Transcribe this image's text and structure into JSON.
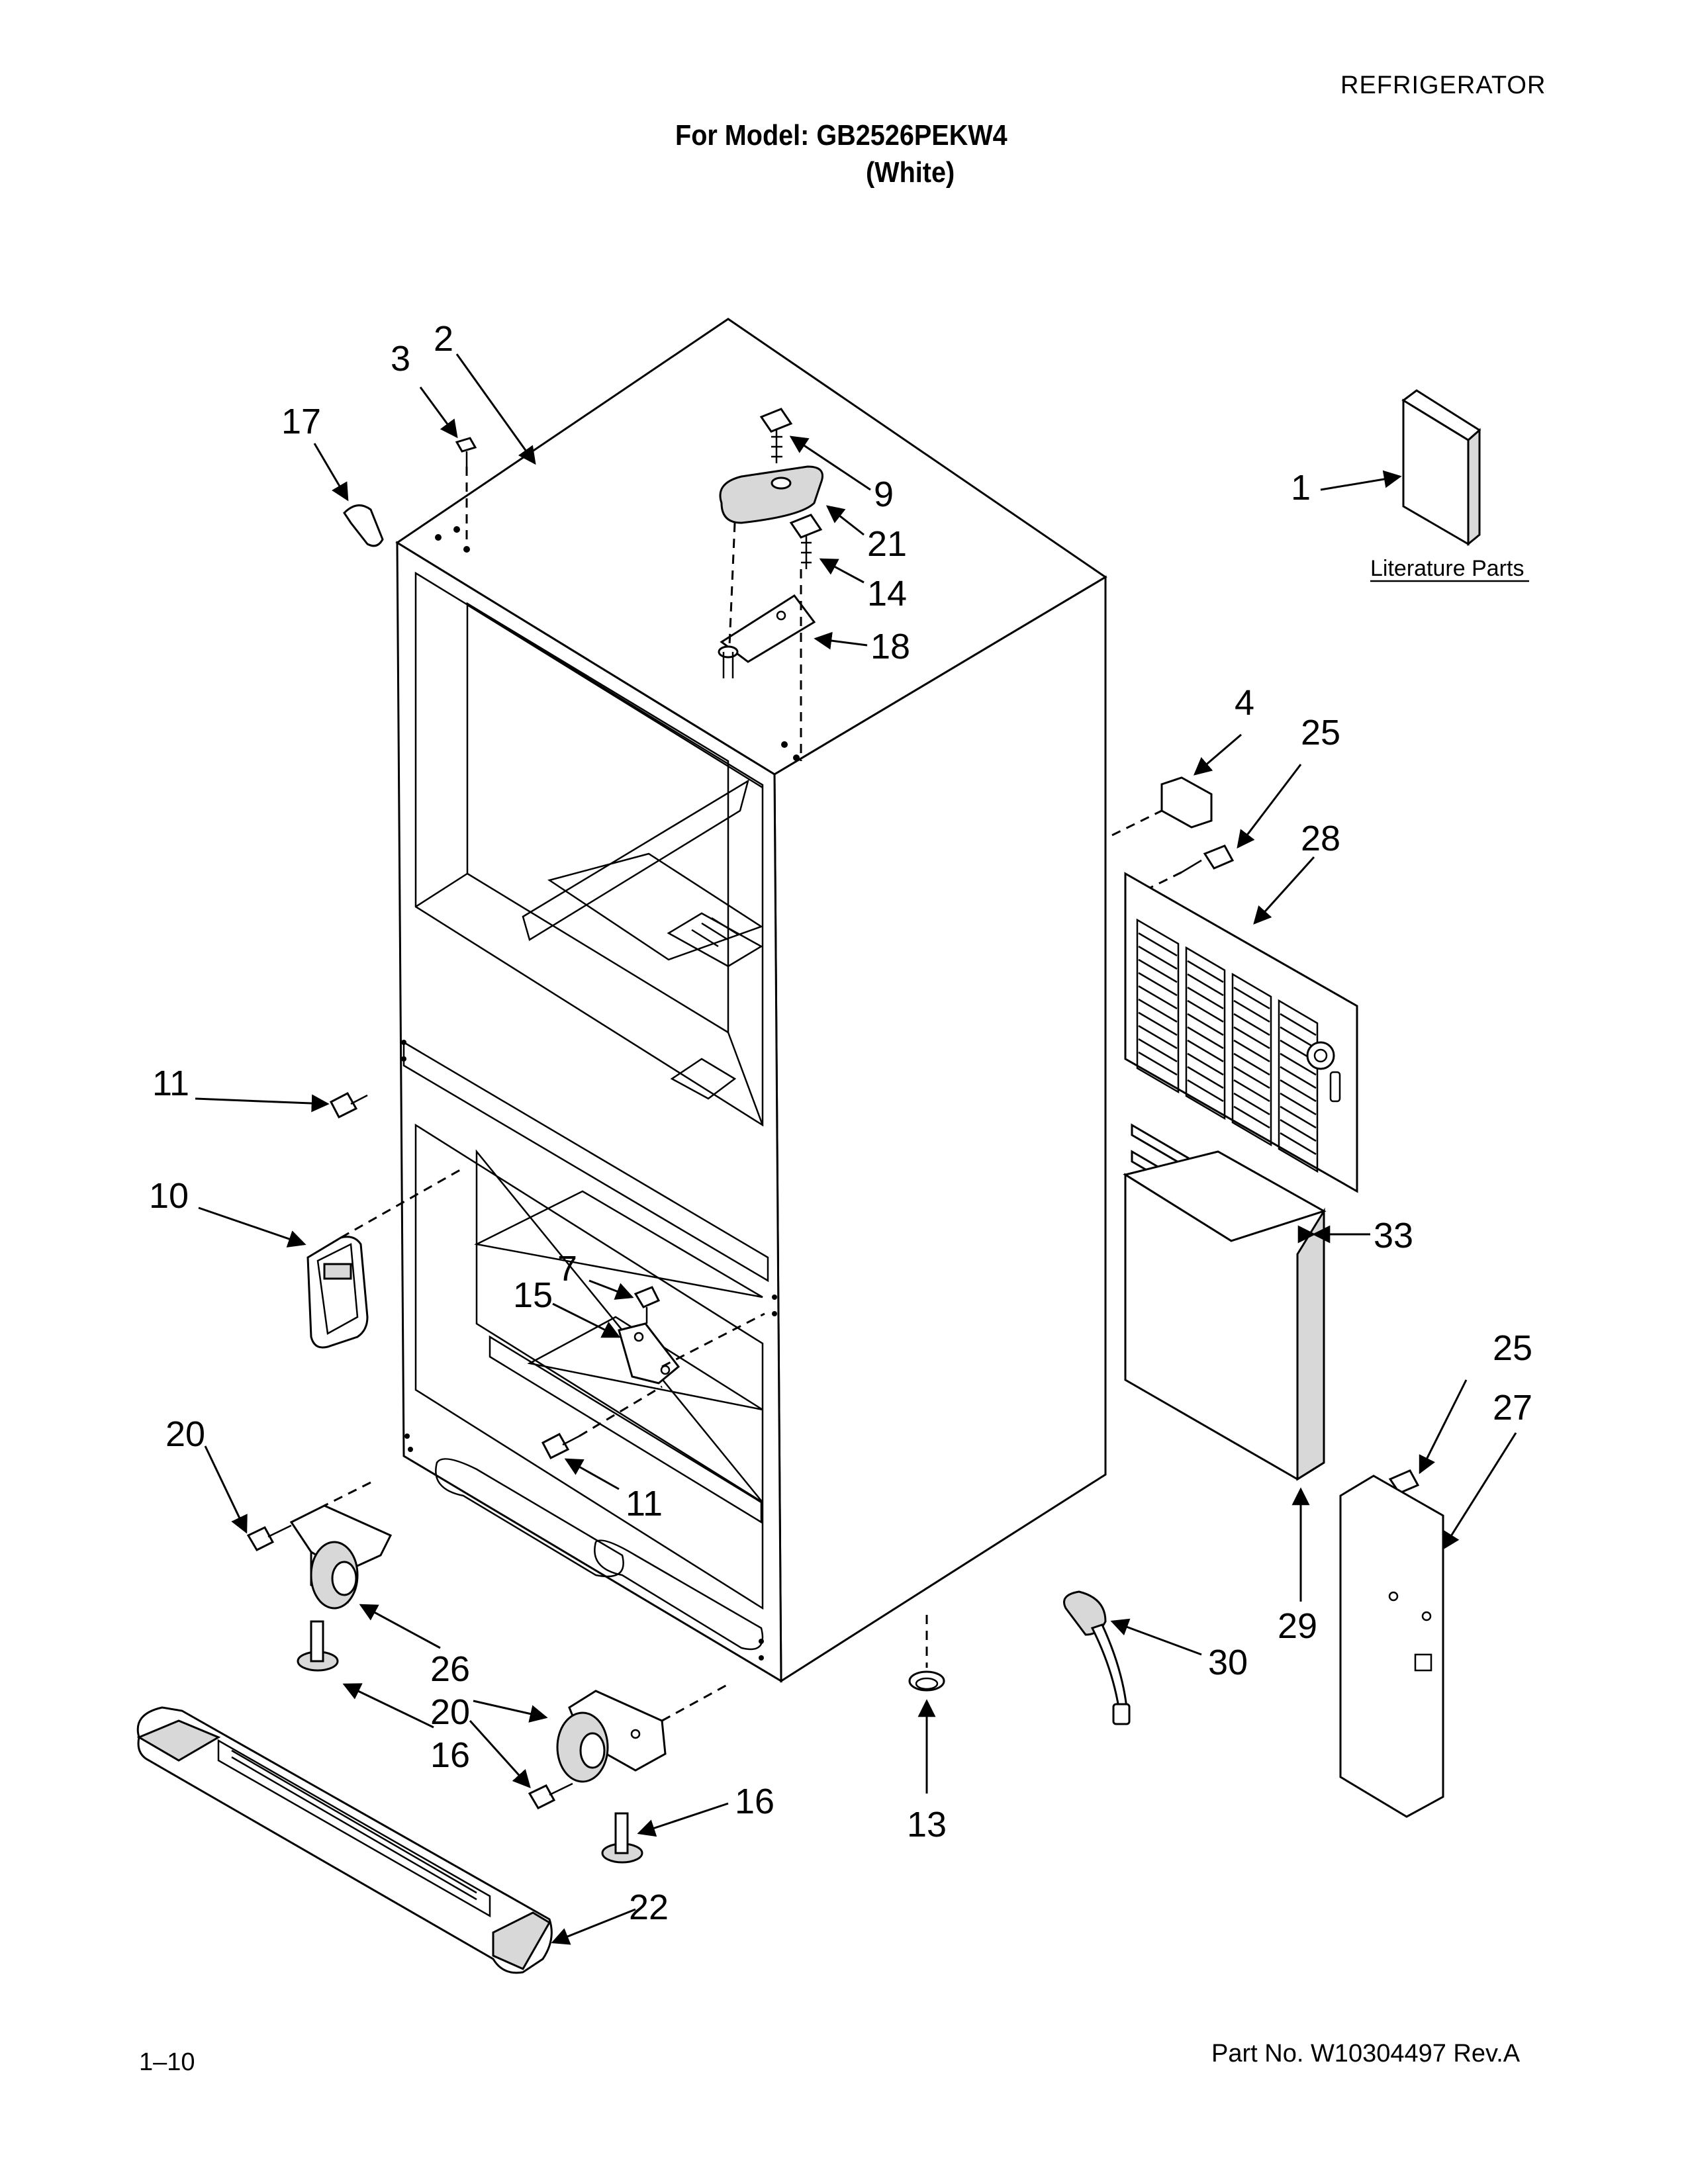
{
  "header": {
    "category": "REFRIGERATOR",
    "model_line": "For Model: GB2526PEKW4",
    "variant_line": "(White)"
  },
  "footer": {
    "page_number": "1–10",
    "part_number": "Part No. W10304497 Rev.A"
  },
  "literature": {
    "label": "Literature Parts"
  },
  "callouts": {
    "c1": "1",
    "c2": "2",
    "c3": "3",
    "c4": "4",
    "c7": "7",
    "c9": "9",
    "c10": "10",
    "c11a": "11",
    "c11b": "11",
    "c13": "13",
    "c14": "14",
    "c15": "15",
    "c16a": "16",
    "c16b": "16",
    "c17": "17",
    "c18": "18",
    "c20a": "20",
    "c20b": "20",
    "c21": "21",
    "c22": "22",
    "c25a": "25",
    "c25b": "25",
    "c26": "26",
    "c27": "27",
    "c28": "28",
    "c29": "29",
    "c30": "30",
    "c33": "33"
  }
}
